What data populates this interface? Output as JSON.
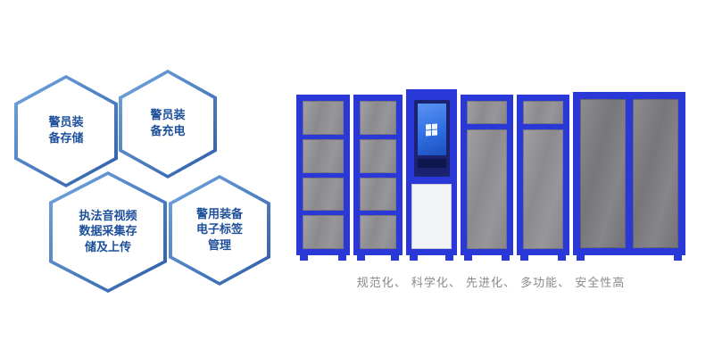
{
  "hexagons": [
    {
      "id": "equipment-storage",
      "lines": [
        "警员装",
        "备存储"
      ]
    },
    {
      "id": "equipment-charging",
      "lines": [
        "警员装",
        "备充电"
      ]
    },
    {
      "id": "av-data-collection",
      "lines": [
        "执法音视频",
        "数据采集存",
        "储及上传"
      ]
    },
    {
      "id": "rfid-management",
      "lines": [
        "警用装备",
        "电子标签",
        "管理"
      ]
    }
  ],
  "caption": "规范化、 科学化、 先进化、 多功能、 安全性高",
  "icons": {
    "kiosk_screen_logo": "windows-logo"
  },
  "colors": {
    "frame_blue": "#2a38d8",
    "panel_gray": "#929296",
    "panel_gray_dark": "#7e7e82",
    "hex_border_start": "#72a6e0",
    "hex_border_end": "#2d5ca8",
    "hex_text": "#1d4f9b",
    "caption_gray": "#8a8a8a",
    "bezel_navy": "#1b2370",
    "screen_blue": "#2f6fe2"
  }
}
